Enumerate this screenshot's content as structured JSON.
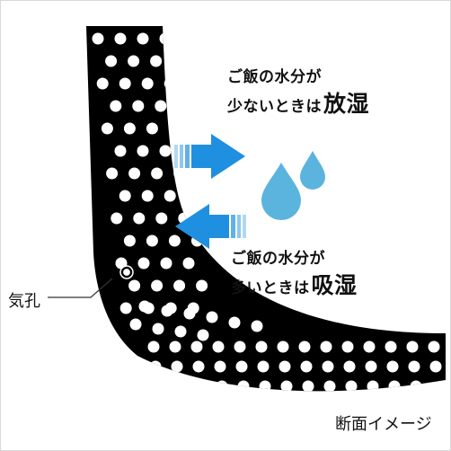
{
  "release": {
    "line1": "ご飯の水分が",
    "line2_prefix": "少ないときは",
    "line2_keyword": "放湿"
  },
  "absorb": {
    "line1": "ご飯の水分が",
    "line2_prefix": "多いときは",
    "line2_keyword": "吸湿"
  },
  "pore_label": "気孔",
  "cross_section_label": "断面イメージ",
  "colors": {
    "wall": "#000000",
    "pore": "#ffffff",
    "arrow": "#1f8fe0",
    "droplet": "#5ab4de",
    "highlight": "#ffe600"
  },
  "icons": [
    "arrow-right-icon",
    "arrow-left-icon",
    "water-droplet-icon"
  ]
}
